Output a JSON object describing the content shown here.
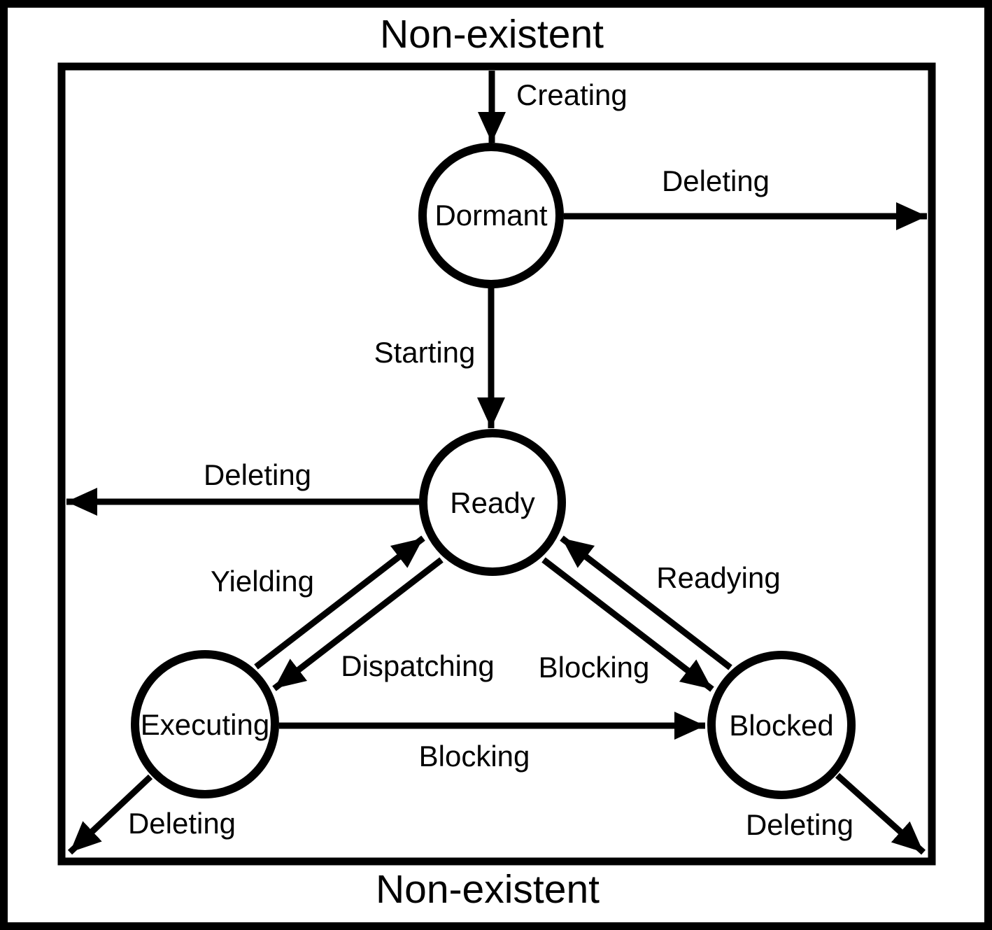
{
  "diagram": {
    "top_label": "Non-existent",
    "bottom_label": "Non-existent",
    "states": [
      {
        "id": "dormant",
        "label": "Dormant"
      },
      {
        "id": "ready",
        "label": "Ready"
      },
      {
        "id": "executing",
        "label": "Executing"
      },
      {
        "id": "blocked",
        "label": "Blocked"
      }
    ],
    "transitions": [
      {
        "id": "creating",
        "label": "Creating",
        "from": "non-existent",
        "to": "dormant"
      },
      {
        "id": "deleting-from-dormant",
        "label": "Deleting",
        "from": "dormant",
        "to": "non-existent"
      },
      {
        "id": "starting",
        "label": "Starting",
        "from": "dormant",
        "to": "ready"
      },
      {
        "id": "deleting-from-ready",
        "label": "Deleting",
        "from": "ready",
        "to": "non-existent"
      },
      {
        "id": "yielding",
        "label": "Yielding",
        "from": "executing",
        "to": "ready"
      },
      {
        "id": "dispatching",
        "label": "Dispatching",
        "from": "ready",
        "to": "executing"
      },
      {
        "id": "blocking-ready-to-blocked",
        "label": "Blocking",
        "from": "ready",
        "to": "blocked"
      },
      {
        "id": "readying",
        "label": "Readying",
        "from": "blocked",
        "to": "ready"
      },
      {
        "id": "blocking-executing-to-blocked",
        "label": "Blocking",
        "from": "executing",
        "to": "blocked"
      },
      {
        "id": "deleting-from-executing",
        "label": "Deleting",
        "from": "executing",
        "to": "non-existent"
      },
      {
        "id": "deleting-from-blocked",
        "label": "Deleting",
        "from": "blocked",
        "to": "non-existent"
      }
    ],
    "colors": {
      "ink": "#000000",
      "background": "#ffffff"
    }
  }
}
